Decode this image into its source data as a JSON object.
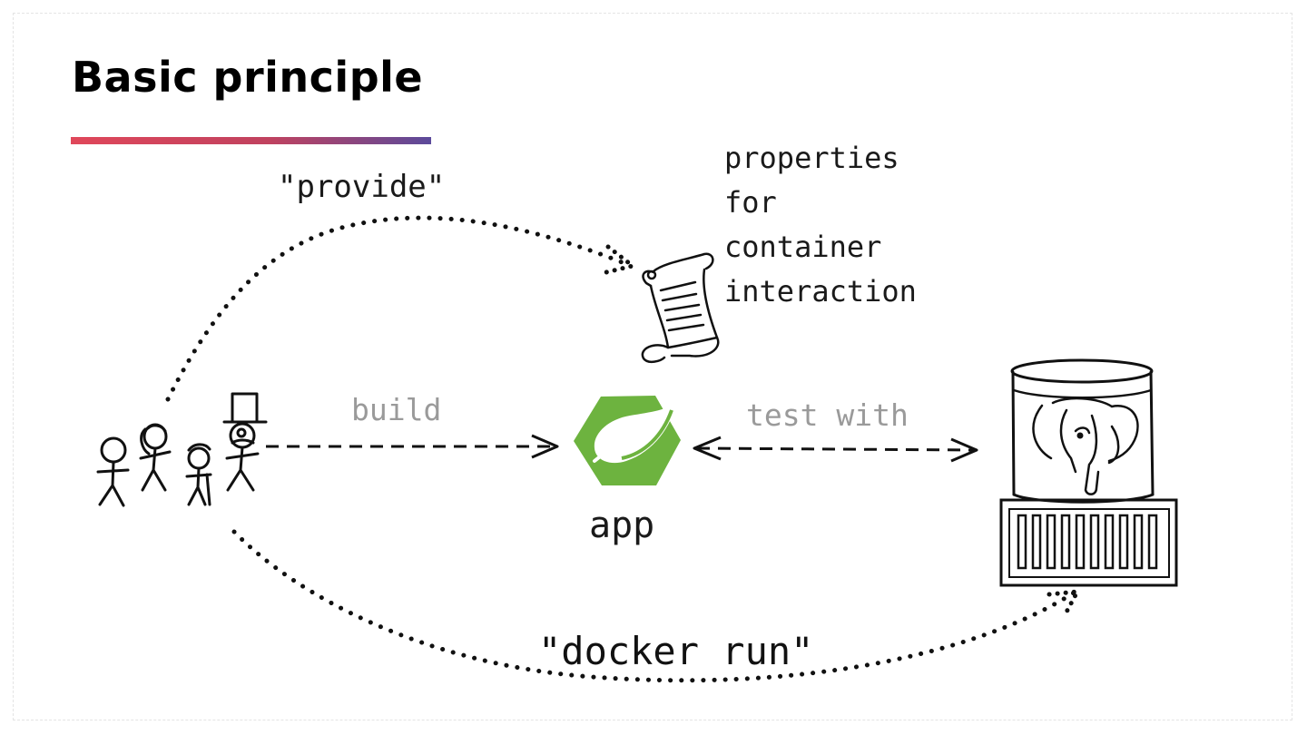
{
  "slide": {
    "title": "Basic principle",
    "accent_gradient": [
      "#e0475a",
      "#5b4a9b"
    ]
  },
  "diagram": {
    "provide_label": "\"provide\"",
    "properties_lines": [
      "properties",
      "for",
      "container",
      "interaction"
    ],
    "build_label": "build",
    "test_label": "test with",
    "app_label": "app",
    "docker_label": "\"docker run\"",
    "icons": {
      "people": "stick-figures-icon",
      "document": "scroll-document-icon",
      "app": "spring-leaf-icon",
      "database": "postgres-elephant-database-icon",
      "container": "shipping-container-icon"
    },
    "colors": {
      "spring_green": "#6db33f",
      "muted_text": "#9a9a9a"
    }
  }
}
